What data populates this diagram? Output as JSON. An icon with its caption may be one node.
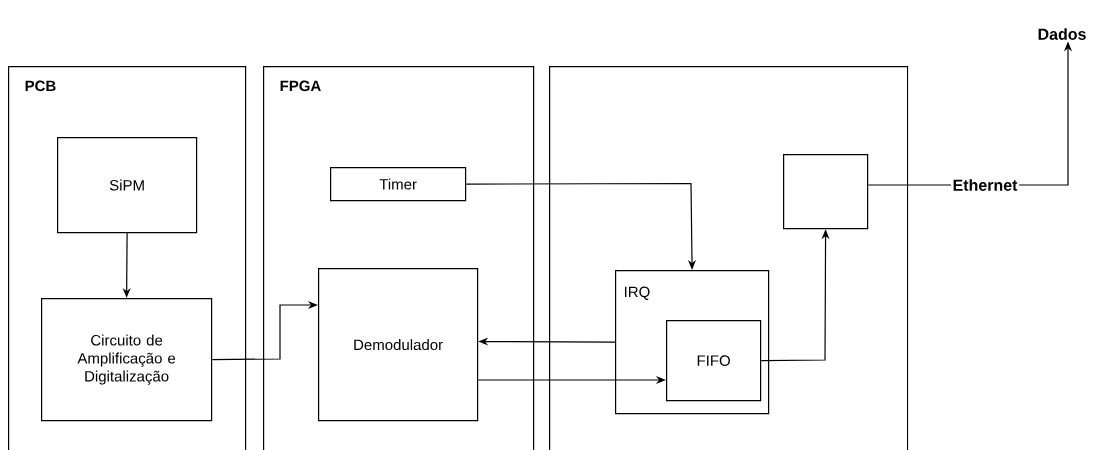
{
  "diagram": {
    "nodes": [
      {
        "text": [
          "PCB"
        ]
      },
      {
        "text": [
          "FPGA"
        ]
      },
      {
        "text": [],
        "shape": "box"
      },
      {
        "text": [
          "SiPM"
        ],
        "in": 0
      },
      {
        "text": [
          "Circuito de Amplificação e Digitalização"
        ],
        "in": 0
      },
      {
        "text": [
          "Timer"
        ],
        "in": 1
      },
      {
        "text": [
          "Demodulador"
        ],
        "in": 1
      },
      {
        "text": [
          "IRQ"
        ],
        "in": 2
      },
      {
        "text": [
          "FIFO"
        ],
        "in": 7
      },
      {
        "text": [],
        "shape": "box",
        "in": 2
      },
      {
        "text": [
          "Ethernet"
        ]
      },
      {
        "text": [
          "Dados"
        ]
      }
    ],
    "edges": [
      {
        "from": 3,
        "to": 4,
        "arrow": "to"
      },
      {
        "from": 4,
        "to": 6,
        "arrow": "to"
      },
      {
        "from": 5,
        "to": 7,
        "arrow": "to"
      },
      {
        "from": 7,
        "to": 6,
        "arrow": "to"
      },
      {
        "from": 6,
        "to": 8,
        "arrow": "to"
      },
      {
        "from": 8,
        "to": 9,
        "arrow": "to"
      },
      {
        "from": 9,
        "to": 10,
        "arrow": "none"
      },
      {
        "from": 10,
        "to": 11,
        "arrow": "to"
      }
    ]
  }
}
